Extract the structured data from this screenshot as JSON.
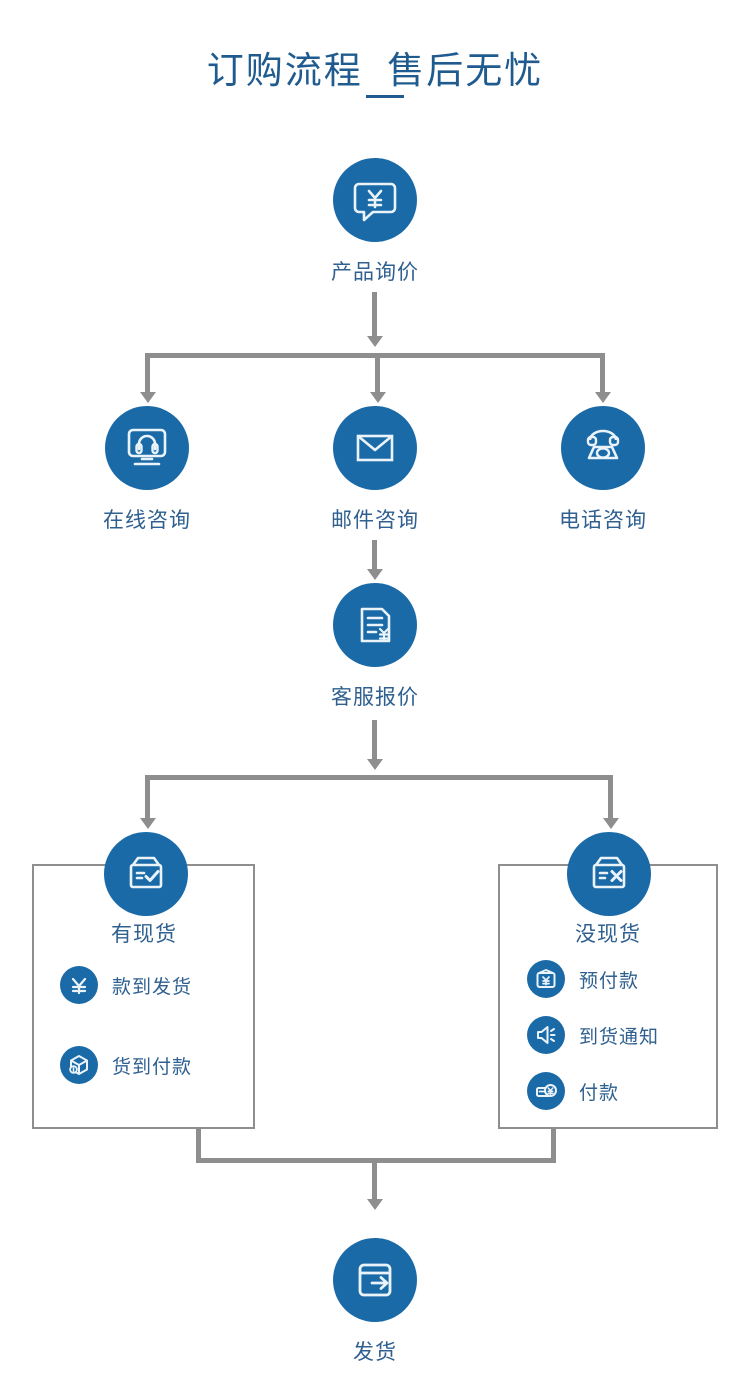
{
  "page": {
    "title": "订购流程  售后无忧",
    "accent_blue": "#1b6aa8",
    "label_blue": "#2f6090",
    "title_blue": "#1f5b8f",
    "connector_gray": "#8e8e8e",
    "background": "#ffffff"
  },
  "flow": {
    "step1": {
      "label": "产品询价",
      "icon": "speech-bubble-yen-icon"
    },
    "channels": [
      {
        "label": "在线咨询",
        "icon": "monitor-headset-icon"
      },
      {
        "label": "邮件咨询",
        "icon": "envelope-icon"
      },
      {
        "label": "电话咨询",
        "icon": "telephone-icon"
      }
    ],
    "step3": {
      "label": "客服报价",
      "icon": "document-yen-icon"
    },
    "stock_branches": [
      {
        "label": "有现货",
        "icon": "box-check-icon",
        "items": [
          {
            "label": "款到发货",
            "icon": "yen-icon"
          },
          {
            "label": "货到付款",
            "icon": "parcel-icon"
          }
        ]
      },
      {
        "label": "没现货",
        "icon": "box-cross-icon",
        "items": [
          {
            "label": "预付款",
            "icon": "wallet-yen-icon"
          },
          {
            "label": "到货通知",
            "icon": "speaker-icon"
          },
          {
            "label": "付款",
            "icon": "card-yen-icon"
          }
        ]
      }
    ],
    "final": {
      "label": "发货",
      "icon": "box-arrow-out-icon"
    }
  }
}
